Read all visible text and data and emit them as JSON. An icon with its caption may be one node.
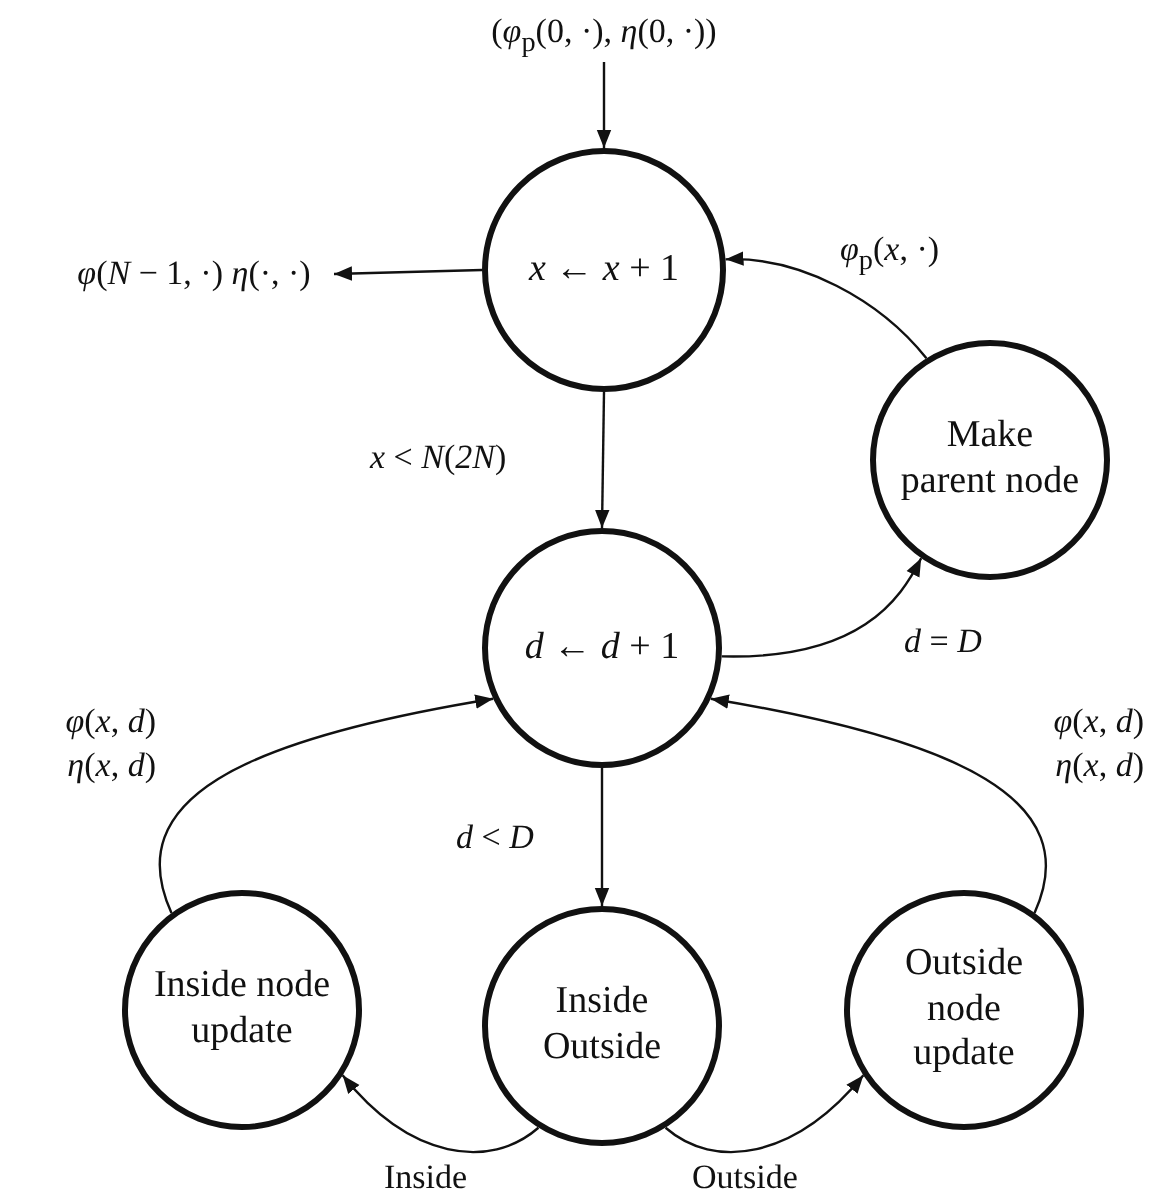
{
  "diagram": {
    "nodes": [
      {
        "text": [
          "(*φ*$_{p}$(0, ·), *η*(0, ·))"
        ]
      },
      {
        "text": [
          "*x* ← *x* + 1"
        ]
      },
      {
        "text": [
          "*φ*(*N* − 1, ·) *η*(·, ·)"
        ]
      },
      {
        "text": [
          "*d* ← *d* + 1"
        ]
      },
      {
        "text": [
          "Make parent node"
        ]
      },
      {
        "text": [
          "Inside node update"
        ]
      },
      {
        "text": [
          "Inside Outside"
        ]
      },
      {
        "text": [
          "Outside node update"
        ]
      }
    ],
    "edges": [
      {
        "from": 0,
        "to": 1,
        "arrow": "to"
      },
      {
        "from": 1,
        "to": 2,
        "arrow": "to"
      },
      {
        "from": 1,
        "to": 3,
        "arrow": "to",
        "label": "*x* < *N*(*2N*)"
      },
      {
        "from": 3,
        "to": 4,
        "arrow": "to",
        "label": "*d* = *D*"
      },
      {
        "from": 4,
        "to": 1,
        "arrow": "to",
        "label": "*φ*$_{p}$(*x*, ·)"
      },
      {
        "from": 3,
        "to": 6,
        "arrow": "to",
        "label": "*d* < *D*"
      },
      {
        "from": 6,
        "to": 5,
        "arrow": "to",
        "label": "Inside"
      },
      {
        "from": 6,
        "to": 7,
        "arrow": "to",
        "label": "Outside"
      },
      {
        "from": 5,
        "to": 3,
        "arrow": "to",
        "label": "*φ*(*x*, *d*) *η*(*x*, *d*)"
      },
      {
        "from": 7,
        "to": 3,
        "arrow": "to",
        "label": "*φ*(*x*, *d*) *η*(*x*, *d*)"
      }
    ]
  }
}
